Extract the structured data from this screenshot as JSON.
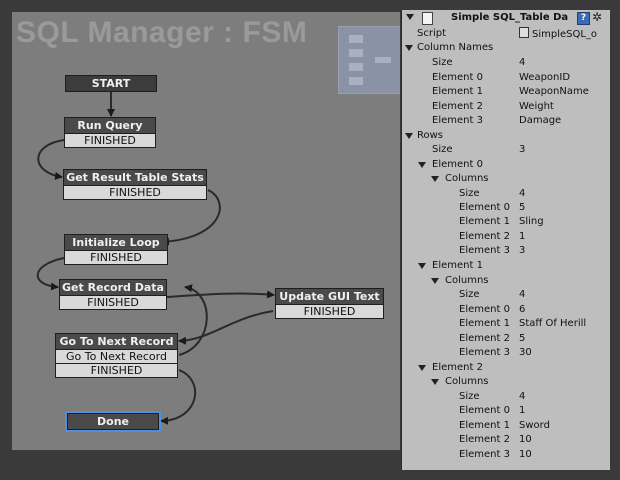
{
  "editor": {
    "title": "SQL Manager : FSM"
  },
  "nodes": {
    "start": {
      "label": "START"
    },
    "run_query": {
      "label": "Run Query",
      "events": [
        "FINISHED"
      ]
    },
    "get_stats": {
      "label": "Get Result Table Stats",
      "events": [
        "FINISHED"
      ]
    },
    "init_loop": {
      "label": "Initialize Loop",
      "events": [
        "FINISHED"
      ]
    },
    "get_record": {
      "label": "Get Record Data",
      "events": [
        "FINISHED"
      ]
    },
    "update_gui": {
      "label": "Update GUI Text",
      "events": [
        "FINISHED"
      ]
    },
    "next_record": {
      "label": "Go To Next Record",
      "events": [
        "Go To Next Record",
        "FINISHED"
      ]
    },
    "done": {
      "label": "Done"
    }
  },
  "inspector": {
    "title": "Simple SQL_Table Da",
    "script_label": "Script",
    "script_value": "SimpleSQL_o",
    "column_names": {
      "label": "Column Names",
      "size_label": "Size",
      "size": "4",
      "elements": [
        {
          "label": "Element 0",
          "value": "WeaponID"
        },
        {
          "label": "Element 1",
          "value": "WeaponName"
        },
        {
          "label": "Element 2",
          "value": "Weight"
        },
        {
          "label": "Element 3",
          "value": "Damage"
        }
      ]
    },
    "rows": {
      "label": "Rows",
      "size_label": "Size",
      "size": "3",
      "items": [
        {
          "label": "Element 0",
          "columns_label": "Columns",
          "size_label": "Size",
          "size": "4",
          "elements": [
            {
              "label": "Element 0",
              "value": "5"
            },
            {
              "label": "Element 1",
              "value": "Sling"
            },
            {
              "label": "Element 2",
              "value": "1"
            },
            {
              "label": "Element 3",
              "value": "3"
            }
          ]
        },
        {
          "label": "Element 1",
          "columns_label": "Columns",
          "size_label": "Size",
          "size": "4",
          "elements": [
            {
              "label": "Element 0",
              "value": "6"
            },
            {
              "label": "Element 1",
              "value": "Staff Of Herill"
            },
            {
              "label": "Element 2",
              "value": "5"
            },
            {
              "label": "Element 3",
              "value": "30"
            }
          ]
        },
        {
          "label": "Element 2",
          "columns_label": "Columns",
          "size_label": "Size",
          "size": "4",
          "elements": [
            {
              "label": "Element 0",
              "value": "1"
            },
            {
              "label": "Element 1",
              "value": "Sword"
            },
            {
              "label": "Element 2",
              "value": "10"
            },
            {
              "label": "Element 3",
              "value": "10"
            }
          ]
        }
      ]
    }
  }
}
